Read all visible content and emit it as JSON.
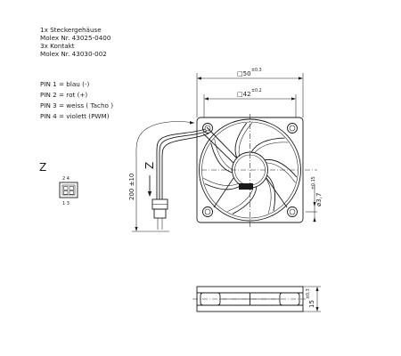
{
  "notes": {
    "connector_lines": [
      "1x Steckergehäuse",
      "Molex Nr. 43025-0400",
      "3x Kontakt",
      "Molex Nr. 43030-002"
    ],
    "pin_lines": [
      "PIN 1 = blau (-)",
      "PIN 2 = rot (+)",
      "PIN 3 = weiss ( Tacho )",
      "PIN 4 = violett (PWM)"
    ]
  },
  "connector_view": {
    "label": "Z",
    "pin_top": "2 4",
    "pin_bottom": "1 3"
  },
  "dimensions": {
    "outer_square": {
      "prefix": "□",
      "value": "50",
      "tol": "±0,3"
    },
    "inner_square": {
      "prefix": "□",
      "value": "42",
      "tol": "±0,2"
    },
    "cable_length": {
      "value": "200 ±10"
    },
    "hole_dia": {
      "value": "ø3,7",
      "tol": "±0,15"
    },
    "thickness": {
      "value": "15",
      "tol": "±0,3"
    }
  },
  "view_arrow": {
    "label": "Z"
  },
  "colors": {
    "ink": "#1a1a1a",
    "paper": "#ffffff"
  }
}
